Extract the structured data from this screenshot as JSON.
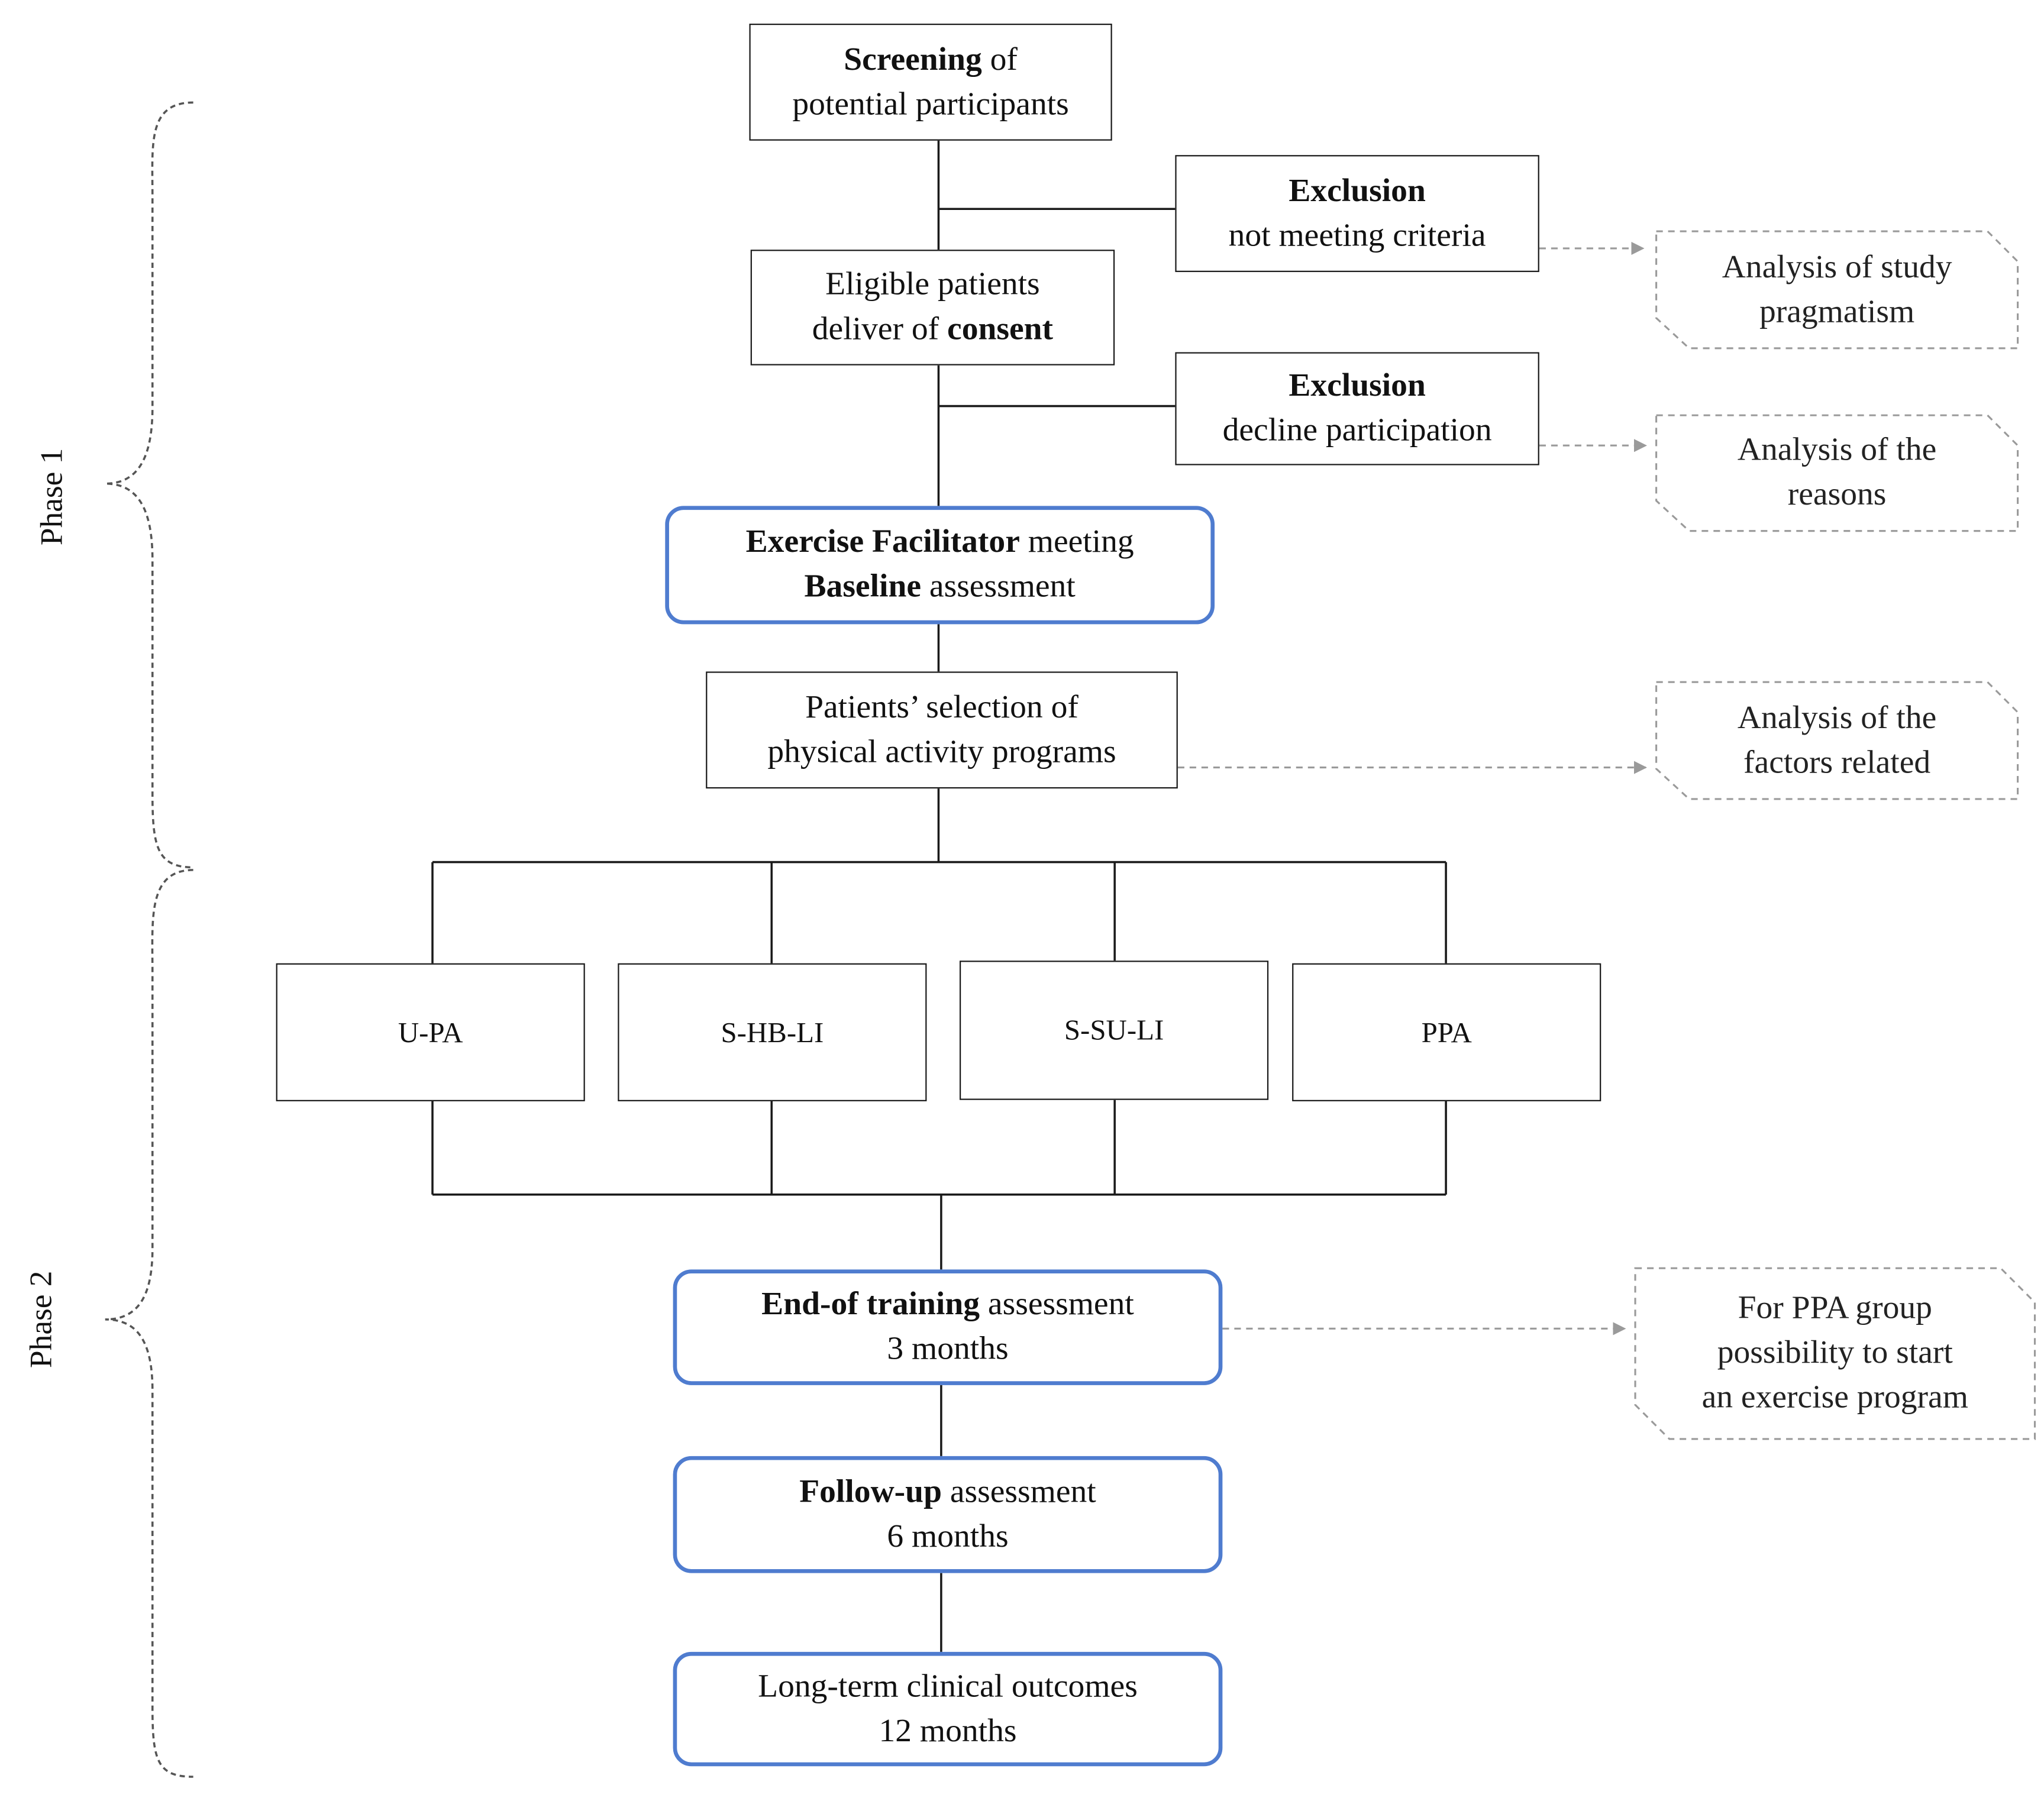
{
  "phases": {
    "phase1": "Phase 1",
    "phase2": "Phase 2"
  },
  "boxes": {
    "screening": {
      "bold": "Screening",
      "rest": " of",
      "line2": "potential participants"
    },
    "exclusion1": {
      "title": "Exclusion",
      "line2": "not meeting  criteria"
    },
    "eligible": {
      "line1": "Eligible  patients",
      "pre": "deliver  of ",
      "bold": "consent"
    },
    "exclusion2": {
      "title": "Exclusion",
      "line2": "decline  participation"
    },
    "facilitator": {
      "bold1": "Exercise Facilitator",
      "rest1": " meeting",
      "bold2": "Baseline",
      "rest2": " assessment"
    },
    "selection": {
      "line1": "Patients’  selection  of",
      "line2": "physical activity  programs"
    },
    "end_training": {
      "bold": "End-of training",
      "rest": " assessment",
      "line2": "3 months"
    },
    "follow_up": {
      "bold": "Follow-up",
      "rest": " assessment",
      "line2": "6 months"
    },
    "long_term": {
      "line1": "Long-term  clinical  outcomes",
      "line2": "12 months"
    }
  },
  "arms": [
    "U-PA",
    "S-HB-LI",
    "S-SU-LI",
    "PPA"
  ],
  "notes": {
    "pragmatism": {
      "line1": "Analysis  of study",
      "line2": "pragmatism"
    },
    "reasons": {
      "line1": "Analysis  of the",
      "line2": "reasons"
    },
    "factors": {
      "line1": "Analysis  of the",
      "line2": "factors related"
    },
    "ppa_group": {
      "line1": "For PPA group",
      "line2": "possibility to start",
      "line3": "an exercise program"
    }
  },
  "colors": {
    "line": "#1a1a1a",
    "accent_border": "#4f7ccf",
    "dashed": "#9a9a9a",
    "brace": "#555555"
  }
}
